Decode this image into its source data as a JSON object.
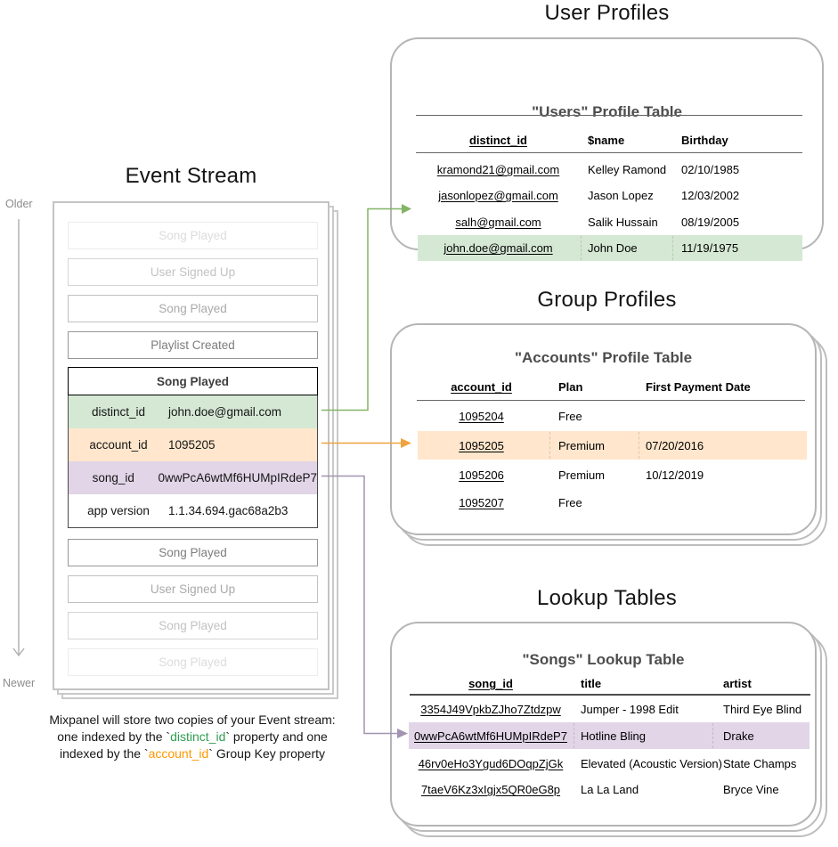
{
  "event_stream": {
    "title": "Event Stream",
    "older_label": "Older",
    "newer_label": "Newer",
    "events_before": [
      "Song Played",
      "User Signed Up",
      "Song Played",
      "Playlist Created"
    ],
    "selected_event": {
      "name": "Song Played",
      "properties": [
        {
          "key": "distinct_id",
          "value": "john.doe@gmail.com"
        },
        {
          "key": "account_id",
          "value": "1095205"
        },
        {
          "key": "song_id",
          "value": "0wwPcA6wtMf6HUMpIRdeP7"
        },
        {
          "key": "app version",
          "value": "1.1.34.694.gac68a2b3"
        }
      ]
    },
    "events_after": [
      "Song Played",
      "User Signed Up",
      "Song Played",
      "Song Played"
    ]
  },
  "caption": {
    "line1": "Mixpanel will store two copies of your Event stream:",
    "line2_pre": "one indexed by the `",
    "line2_code": "distinct_id",
    "line2_post": "` property and one",
    "line3_pre": "indexed by the `",
    "line3_code": "account_id",
    "line3_post": "` Group Key property"
  },
  "user_profiles": {
    "section_title": "User Profiles",
    "table_title": "\"Users\" Profile Table",
    "columns": [
      "distinct_id",
      "$name",
      "Birthday"
    ],
    "rows": [
      [
        "kramond21@gmail.com",
        "Kelley Ramond",
        "02/10/1985"
      ],
      [
        "jasonlopez@gmail.com",
        "Jason Lopez",
        "12/03/2002"
      ],
      [
        "salh@gmail.com",
        "Salik Hussain",
        "08/19/2005"
      ],
      [
        "john.doe@gmail.com",
        "John Doe",
        "11/19/1975"
      ]
    ],
    "highlighted_row": 3
  },
  "group_profiles": {
    "section_title": "Group Profiles",
    "table_title": "\"Accounts\" Profile Table",
    "columns": [
      "account_id",
      "Plan",
      "First Payment Date"
    ],
    "rows": [
      [
        "1095204",
        "Free",
        ""
      ],
      [
        "1095205",
        "Premium",
        "07/20/2016"
      ],
      [
        "1095206",
        "Premium",
        "10/12/2019"
      ],
      [
        "1095207",
        "Free",
        ""
      ]
    ],
    "highlighted_row": 1
  },
  "lookup_tables": {
    "section_title": "Lookup Tables",
    "table_title": "\"Songs\" Lookup Table",
    "columns": [
      "song_id",
      "title",
      "artist"
    ],
    "rows": [
      [
        "3354J49VpkbZJho7Ztdzpw",
        "Jumper - 1998 Edit",
        "Third Eye Blind"
      ],
      [
        "0wwPcA6wtMf6HUMpIRdeP7",
        "Hotline Bling",
        "Drake"
      ],
      [
        "46rv0eHo3Ygud6DOqpZjGk",
        "Elevated (Acoustic Version)",
        "State Champs"
      ],
      [
        "7taeV6Kz3xIgjx5QR0eG8p",
        "La La Land",
        "Bryce Vine"
      ]
    ],
    "highlighted_row": 1
  },
  "colors": {
    "distinct_id_highlight": "#d5e8d4",
    "account_id_highlight": "#ffe6cc",
    "song_id_highlight": "#e1d5e7",
    "distinct_id_line": "#82b366",
    "account_id_line": "#efa33f",
    "song_id_line": "#a293b1",
    "caption_distinct_id": "#2e9e50",
    "caption_account_id": "#ff9800"
  }
}
